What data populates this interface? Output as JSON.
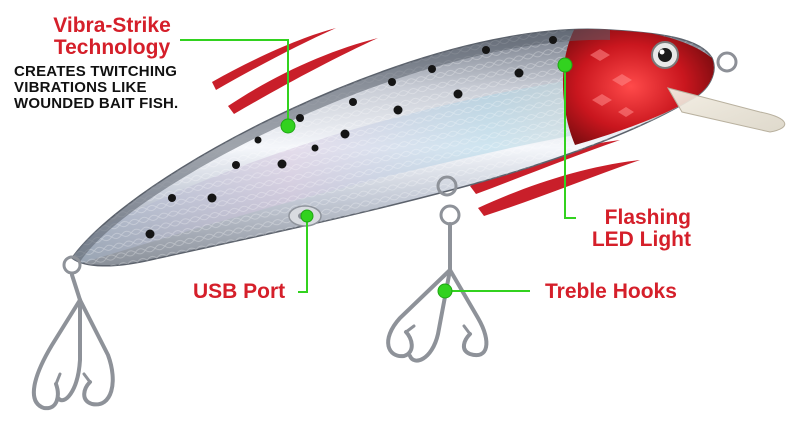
{
  "callouts": {
    "vibra_strike": {
      "title_line1": "Vibra-Strike",
      "title_line2": "Technology",
      "desc_line1": "CREATES TWITCHING",
      "desc_line2": "VIBRATIONS LIKE",
      "desc_line3": "WOUNDED BAIT FISH."
    },
    "led": {
      "line1": "Flashing",
      "line2": "LED Light"
    },
    "usb": {
      "label": "USB Port"
    },
    "hooks": {
      "label": "Treble Hooks"
    }
  },
  "colors": {
    "callout_text": "#d51f2a",
    "desc_text": "#111111",
    "leader_line": "#32d21f",
    "motion_marks": "#c91f2a",
    "lure_red": "#c9161e",
    "lure_silver": "#c7ccd6"
  }
}
